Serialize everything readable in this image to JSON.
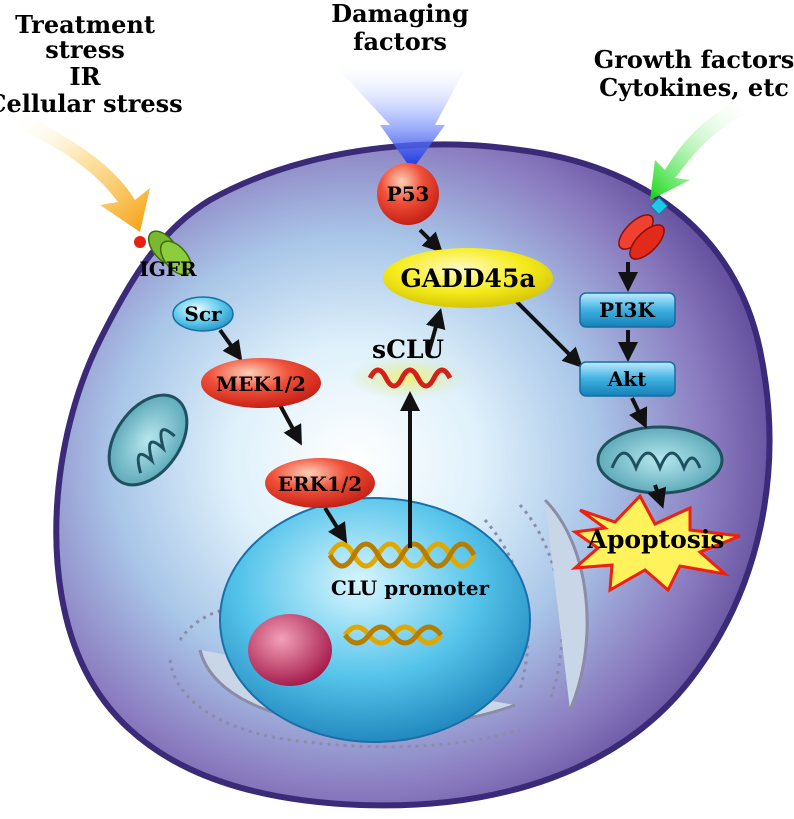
{
  "stimuli": {
    "left": [
      "Treatment",
      "stress",
      "IR",
      "Cellular stress"
    ],
    "middle": [
      "Damaging",
      "factors"
    ],
    "right": [
      "Growth factors",
      "Cytokines, etc"
    ]
  },
  "nodes": {
    "igfr": "IGFR",
    "scr": "Scr",
    "mek": "MEK1/2",
    "erk": "ERK1/2",
    "p53": "P53",
    "gadd": "GADD45a",
    "sclu": "sCLU",
    "pi3k": "PI3K",
    "akt": "Akt",
    "apoptosis": "Apoptosis",
    "clu_promoter": "CLU promoter"
  },
  "colors": {
    "cell_membrane": "#4e3a8a",
    "cytoplasm": "#8f7fc0",
    "nucleus": "#3aaed8",
    "stimulus_left": "#f5a623",
    "stimulus_middle": "#1f3fe0",
    "stimulus_right": "#1fdc1f",
    "kinase_red": "#e8321e",
    "kinase_blue": "#3fb0e0",
    "gadd_yellow": "#f2e600"
  }
}
